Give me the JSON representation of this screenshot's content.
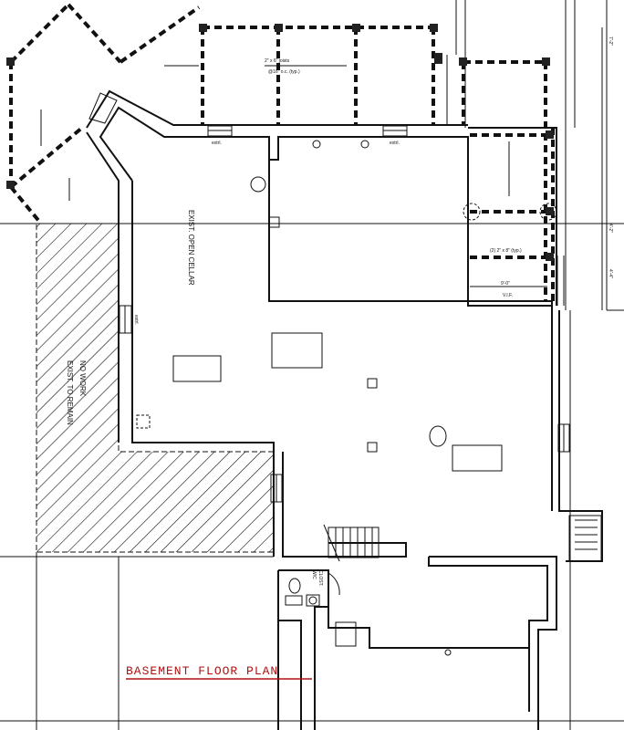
{
  "title": {
    "text": "BASEMENT FLOOR PLAN",
    "color": "#b01010"
  },
  "rooms": {
    "cellar": "EXIST. OPEN CELLAR",
    "no_work": "NO WORK",
    "exist_remain": "EXIST. TO REMAIN",
    "closet": "CLOST.",
    "wc": "W/C"
  },
  "notes": {
    "joists": "2\" x 6\" joists",
    "joists_spacing": "@16\" o.c. (typ.)",
    "beam": "(2) 2\" x 8\" (typ.)",
    "extrl_1": "extrl.",
    "extrl_2": "extrl.",
    "extrl_3": "extrl.",
    "dim_span": "9'-0\"",
    "vif": "V.I.F.",
    "dim_1": "7'-2\"",
    "dim_2": "4'-2\"",
    "dim_3": "4'-4\""
  }
}
